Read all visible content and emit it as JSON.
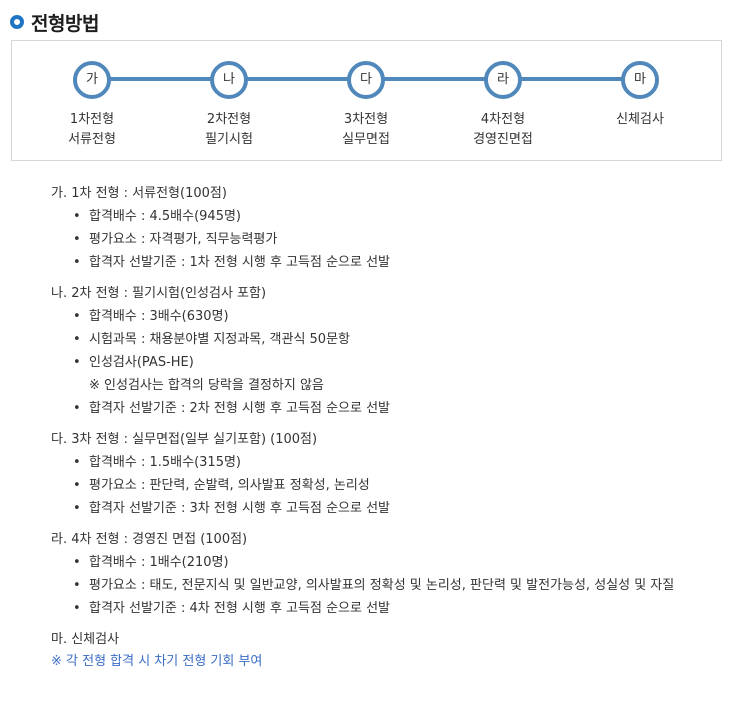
{
  "heading": "전형방법",
  "steps": [
    {
      "marker": "가",
      "label": "1차전형\n서류전형"
    },
    {
      "marker": "나",
      "label": "2차전형\n필기시험"
    },
    {
      "marker": "다",
      "label": "3차전형\n실무면접"
    },
    {
      "marker": "라",
      "label": "4차전형\n경영진면접"
    },
    {
      "marker": "마",
      "label": "신체검사"
    }
  ],
  "sections": [
    {
      "title": "가. 1차 전형 : 서류전형(100점)",
      "items": [
        "합격배수 : 4.5배수(945명)",
        "평가요소 : 자격평가, 직무능력평가",
        "합격자 선발기준 : 1차 전형 시행 후 고득점 순으로 선발"
      ]
    },
    {
      "title": "나. 2차 전형 : 필기시험(인성검사 포함)",
      "items": [
        "합격배수 : 3배수(630명)",
        "시험과목 : 채용분야별 지정과목, 객관식 50문항",
        "인성검사(PAS-HE)",
        "합격자 선발기준 : 2차 전형 시행 후 고득점 순으로 선발"
      ],
      "note": "※ 인성검사는 합격의 당락을 결정하지 않음"
    },
    {
      "title": "다. 3차 전형 : 실무면접(일부 실기포함) (100점)",
      "items": [
        "합격배수 : 1.5배수(315명)",
        "평가요소 : 판단력, 순발력, 의사발표 정확성, 논리성",
        "합격자 선발기준 : 3차 전형 시행 후 고득점 순으로 선발"
      ]
    },
    {
      "title": "라. 4차 전형 : 경영진 면접 (100점)",
      "items": [
        "합격배수 : 1배수(210명)",
        "평가요소 : 태도, 전문지식 및 일반교양, 의사발표의 정확성 및 논리성, 판단력 및 발전가능성, 성실성 및 자질",
        "합격자 선발기준 : 4차 전형 시행 후 고득점 순으로 선발"
      ]
    },
    {
      "title": "마. 신체검사",
      "items": []
    }
  ],
  "bullet": "•",
  "footnote": "※ 각 전형 합격 시 차기 전형 기회 부여",
  "colors": {
    "accent": "#1f74c4",
    "step_ring": "#5088bb",
    "footnote": "#3a6cc6"
  }
}
